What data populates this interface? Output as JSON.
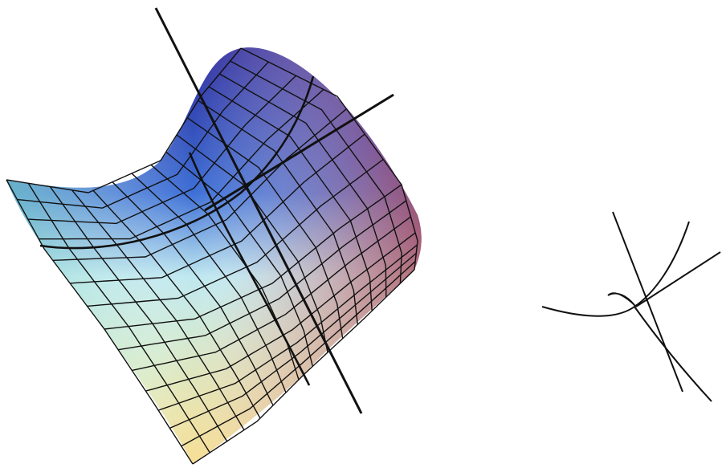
{
  "figure": {
    "background": "#ffffff",
    "surface": {
      "type": "saddle-surface-patch",
      "shading": "colour-gradient",
      "colors": {
        "top_edge": "#2c2a9c",
        "top_right": "#5c2e8e",
        "right_edge": "#8a2e66",
        "left_edge": "#7ed8c4",
        "mid": "#dcecee",
        "bottom_left": "#f8f0a0",
        "bottom_right": "#f2b07a"
      },
      "mesh_color": "#111111",
      "grid": {
        "u_lines": 15,
        "v_lines": 14
      }
    },
    "lines": {
      "color": "#111111",
      "items": [
        "normal-axis",
        "tangent-axis",
        "curve-on-surface-upper",
        "curve-on-surface-lower"
      ]
    },
    "inset": {
      "type": "curves-through-point",
      "color": "#111111",
      "items": [
        "axis-a",
        "axis-b",
        "tangent-curve-a",
        "tangent-curve-b",
        "hook-curve"
      ]
    }
  }
}
